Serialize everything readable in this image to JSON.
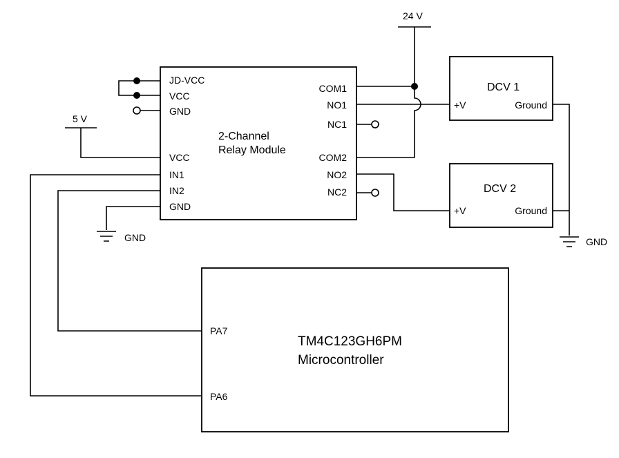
{
  "relay_module": {
    "title_line1": "2-Channel",
    "title_line2": "Relay Module",
    "left_pins": [
      "JD-VCC",
      "VCC",
      "GND",
      "VCC",
      "IN1",
      "IN2",
      "GND"
    ],
    "right_pins": [
      "COM1",
      "NO1",
      "NC1",
      "COM2",
      "NO2",
      "NC2"
    ]
  },
  "supply_24v": "24 V",
  "supply_5v": "5 V",
  "gnd_left": "GND",
  "gnd_right": "GND",
  "dcv1": {
    "title": "DCV 1",
    "plus": "+V",
    "ground": "Ground"
  },
  "dcv2": {
    "title": "DCV 2",
    "plus": "+V",
    "ground": "Ground"
  },
  "mcu": {
    "title_line1": "TM4C123GH6PM",
    "title_line2": "Microcontroller",
    "pin_pa7": "PA7",
    "pin_pa6": "PA6"
  }
}
